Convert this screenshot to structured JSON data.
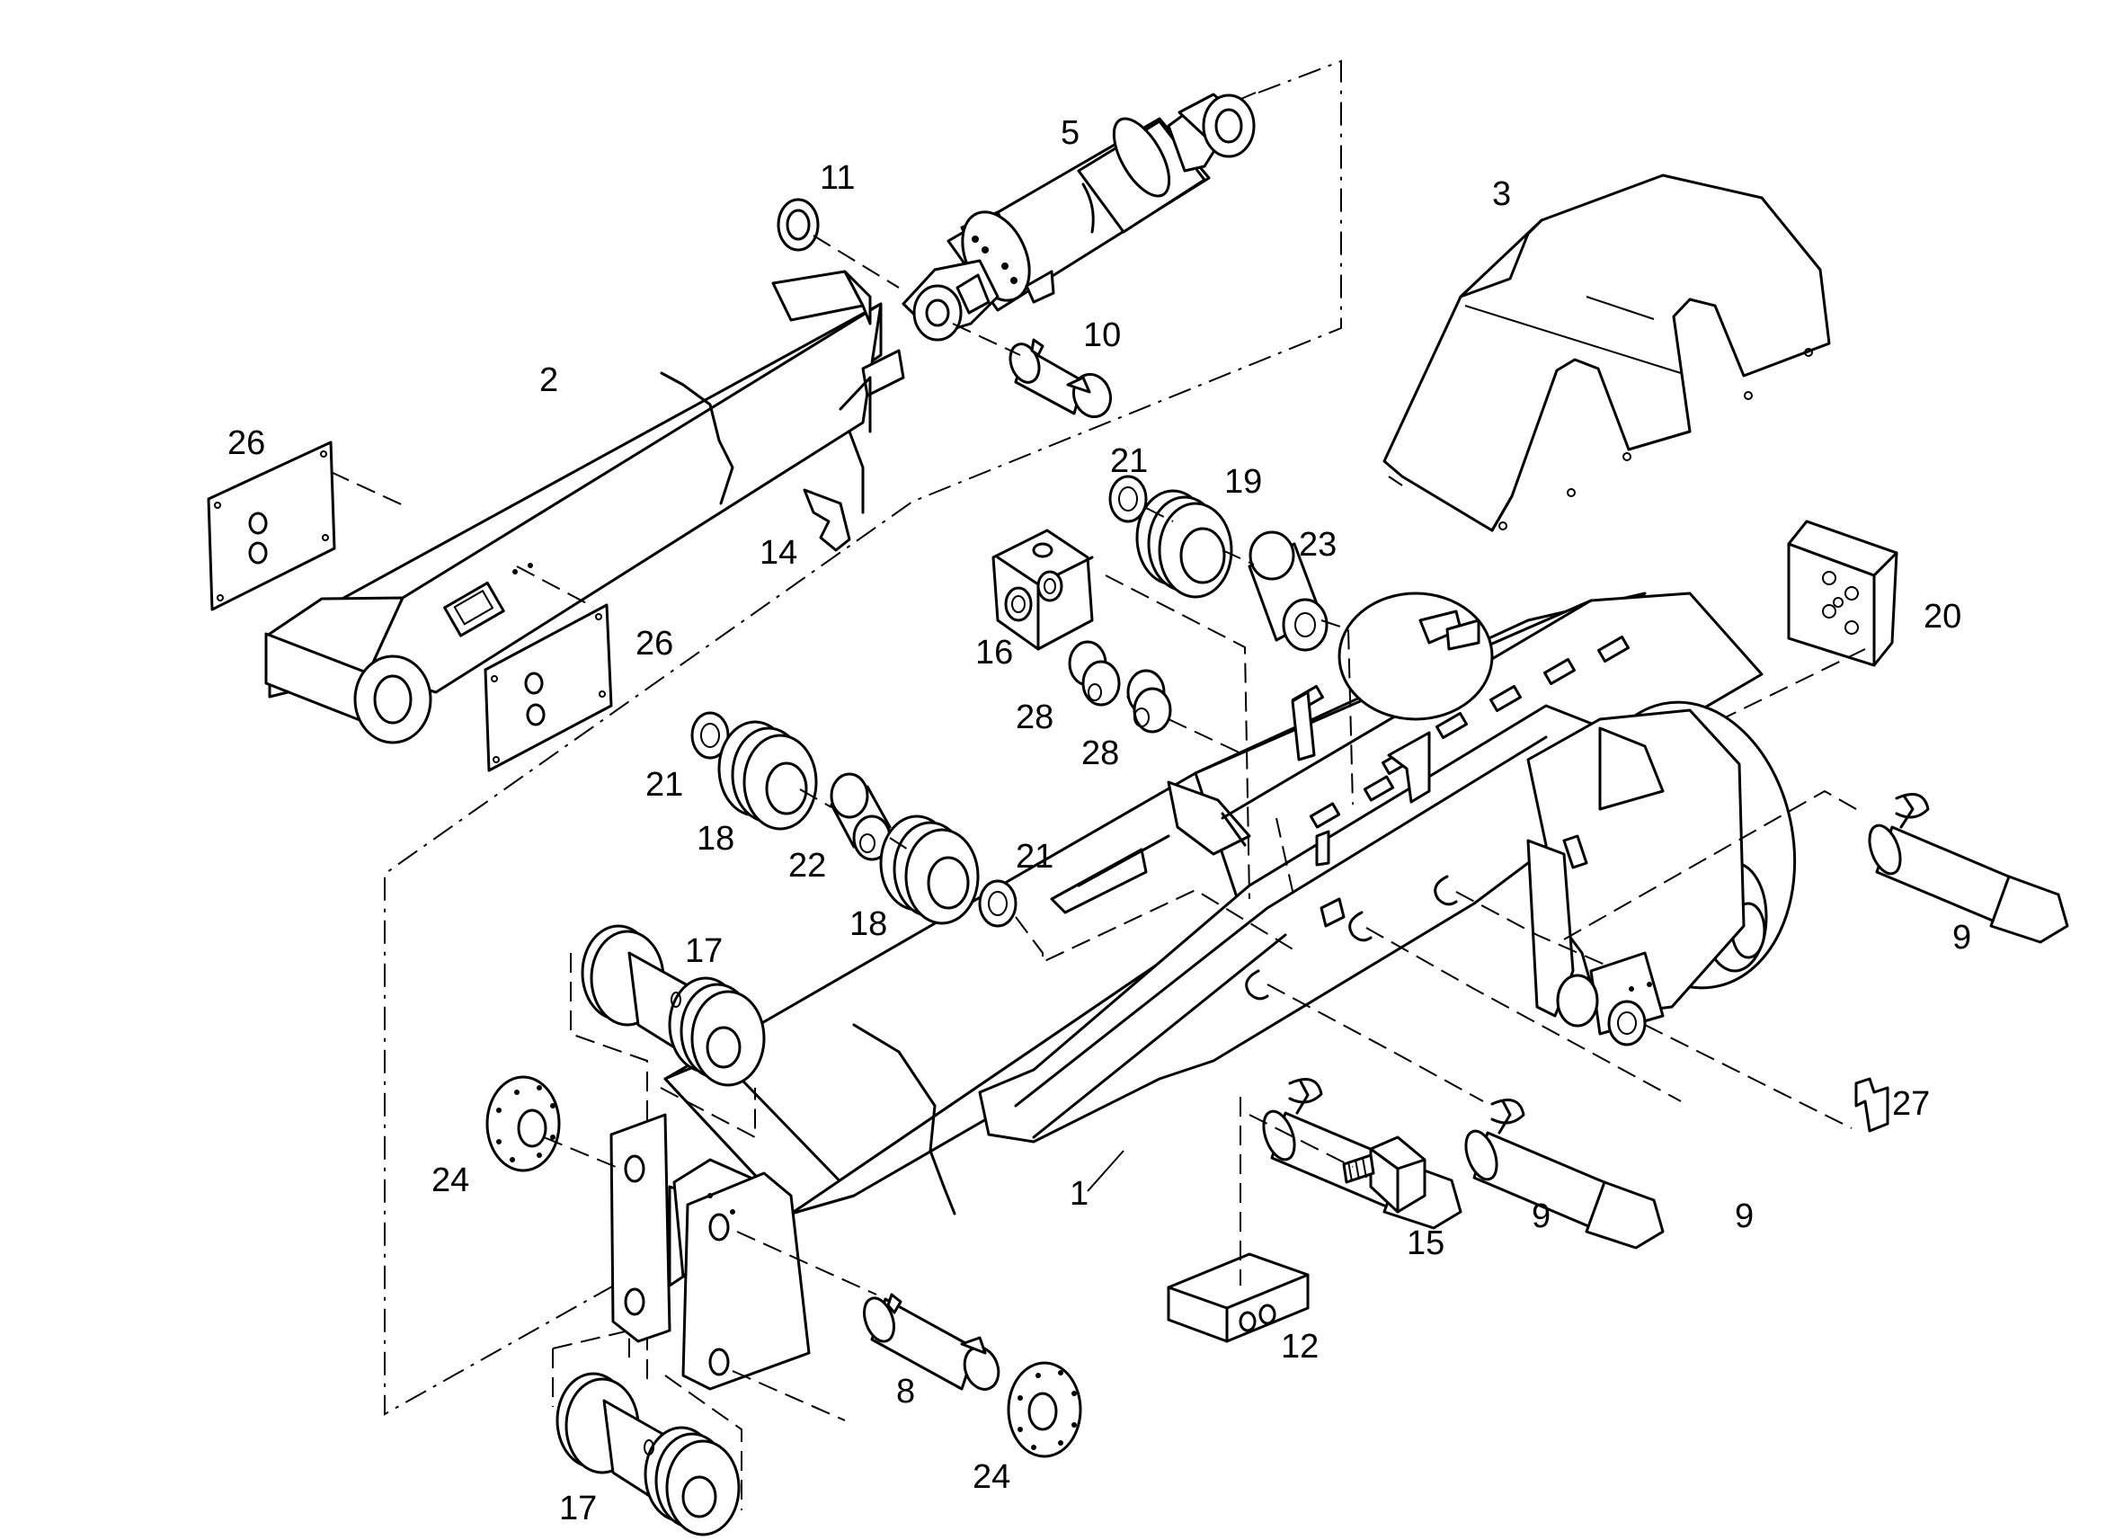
{
  "callouts": [
    {
      "id": "c1",
      "text": "1"
    },
    {
      "id": "c2",
      "text": "2"
    },
    {
      "id": "c3",
      "text": "3"
    },
    {
      "id": "c5",
      "text": "5"
    },
    {
      "id": "c8",
      "text": "8"
    },
    {
      "id": "c9a",
      "text": "9"
    },
    {
      "id": "c9b",
      "text": "9"
    },
    {
      "id": "c9c",
      "text": "9"
    },
    {
      "id": "c10",
      "text": "10"
    },
    {
      "id": "c11",
      "text": "11"
    },
    {
      "id": "c12",
      "text": "12"
    },
    {
      "id": "c14",
      "text": "14"
    },
    {
      "id": "c15",
      "text": "15"
    },
    {
      "id": "c16",
      "text": "16"
    },
    {
      "id": "c17a",
      "text": "17"
    },
    {
      "id": "c17b",
      "text": "17"
    },
    {
      "id": "c18a",
      "text": "18"
    },
    {
      "id": "c18b",
      "text": "18"
    },
    {
      "id": "c19",
      "text": "19"
    },
    {
      "id": "c20",
      "text": "20"
    },
    {
      "id": "c21a",
      "text": "21"
    },
    {
      "id": "c21b",
      "text": "21"
    },
    {
      "id": "c21c",
      "text": "21"
    },
    {
      "id": "c22",
      "text": "22"
    },
    {
      "id": "c23",
      "text": "23"
    },
    {
      "id": "c24a",
      "text": "24"
    },
    {
      "id": "c24b",
      "text": "24"
    },
    {
      "id": "c26a",
      "text": "26"
    },
    {
      "id": "c26b",
      "text": "26"
    },
    {
      "id": "c27",
      "text": "27"
    },
    {
      "id": "c28a",
      "text": "28"
    },
    {
      "id": "c28b",
      "text": "28"
    }
  ]
}
